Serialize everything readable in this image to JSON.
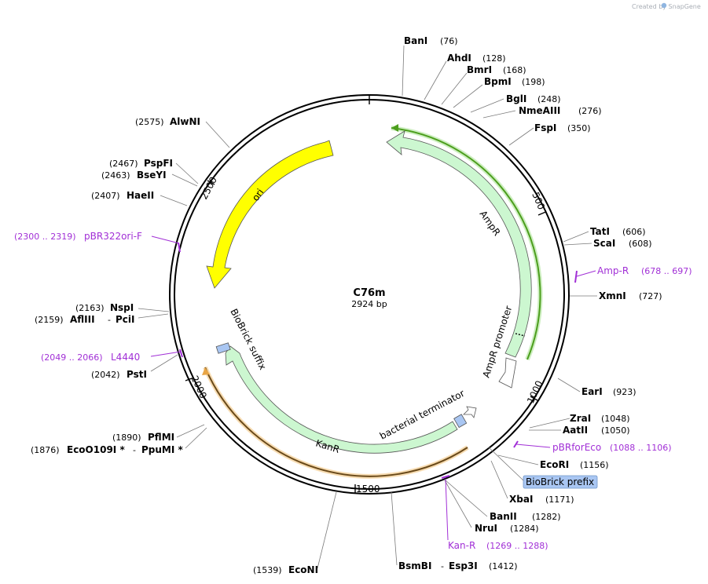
{
  "watermark": "Created by SnapGene",
  "plasmid": {
    "name": "C76m",
    "size": "2924 bp"
  },
  "ticks": [
    "500",
    "1000",
    "1500",
    "2000",
    "2500"
  ],
  "features": {
    "ori": "ori",
    "ampr": "AmpR",
    "ampr_promoter": "AmpR promoter",
    "kanr": "KanR",
    "bacterial_terminator": "bacterial terminator",
    "biobrick_suffix": "BioBrick suffix",
    "biobrick_prefix": "BioBrick prefix"
  },
  "sites_right": [
    {
      "name": "BanI",
      "pos": "(76)"
    },
    {
      "name": "AhdI",
      "pos": "(128)"
    },
    {
      "name": "BmrI",
      "pos": "(168)"
    },
    {
      "name": "BpmI",
      "pos": "(198)"
    },
    {
      "name": "BglI",
      "pos": "(248)"
    },
    {
      "name": "NmeAIII",
      "pos": "(276)"
    },
    {
      "name": "FspI",
      "pos": "(350)"
    },
    {
      "name": "TatI",
      "pos": "(606)"
    },
    {
      "name": "ScaI",
      "pos": "(608)"
    },
    {
      "name": "XmnI",
      "pos": "(727)"
    },
    {
      "name": "EarI",
      "pos": "(923)"
    },
    {
      "name": "ZraI",
      "pos": "(1048)"
    },
    {
      "name": "AatII",
      "pos": "(1050)"
    },
    {
      "name": "EcoRI",
      "pos": "(1156)"
    },
    {
      "name": "XbaI",
      "pos": "(1171)"
    },
    {
      "name": "BanII",
      "pos": "(1282)"
    },
    {
      "name": "NruI",
      "pos": "(1284)"
    },
    {
      "name": "BsmBI",
      "pos": "(1412)"
    },
    {
      "name": "Esp3I",
      "pos": ""
    }
  ],
  "sites_left": [
    {
      "name": "AlwNI",
      "pos": "(2575)"
    },
    {
      "name": "PspFI",
      "pos": "(2467)"
    },
    {
      "name": "BseYI",
      "pos": "(2463)"
    },
    {
      "name": "HaeII",
      "pos": "(2407)"
    },
    {
      "name": "NspI",
      "pos": "(2163)"
    },
    {
      "name": "AflIII",
      "pos": "(2159)"
    },
    {
      "name": "PciI",
      "pos": ""
    },
    {
      "name": "PstI",
      "pos": "(2042)"
    },
    {
      "name": "PflMI",
      "pos": "(1890)"
    },
    {
      "name": "EcoO109I *",
      "pos": "(1876)"
    },
    {
      "name": "PpuMI *",
      "pos": ""
    },
    {
      "name": "EcoNI",
      "pos": "(1539)"
    }
  ],
  "primers": [
    {
      "name": "Amp-R",
      "range": "(678 .. 697)"
    },
    {
      "name": "pBRforEco",
      "range": "(1088 .. 1106)"
    },
    {
      "name": "Kan-R",
      "range": "(1269 .. 1288)"
    },
    {
      "name": "L4440",
      "range": "(2049 .. 2066)"
    },
    {
      "name": "pBR322ori-F",
      "range": "(2300 .. 2319)"
    }
  ],
  "colors": {
    "ori": "#ffff00",
    "resistance": "#ccf7d0",
    "promoter": "#ffffff",
    "terminator": "#a9c6f2",
    "primer": "#a12fd6",
    "primer_bar_green": "#4c9e1d",
    "primer_bar_orange": "#e8a545"
  }
}
